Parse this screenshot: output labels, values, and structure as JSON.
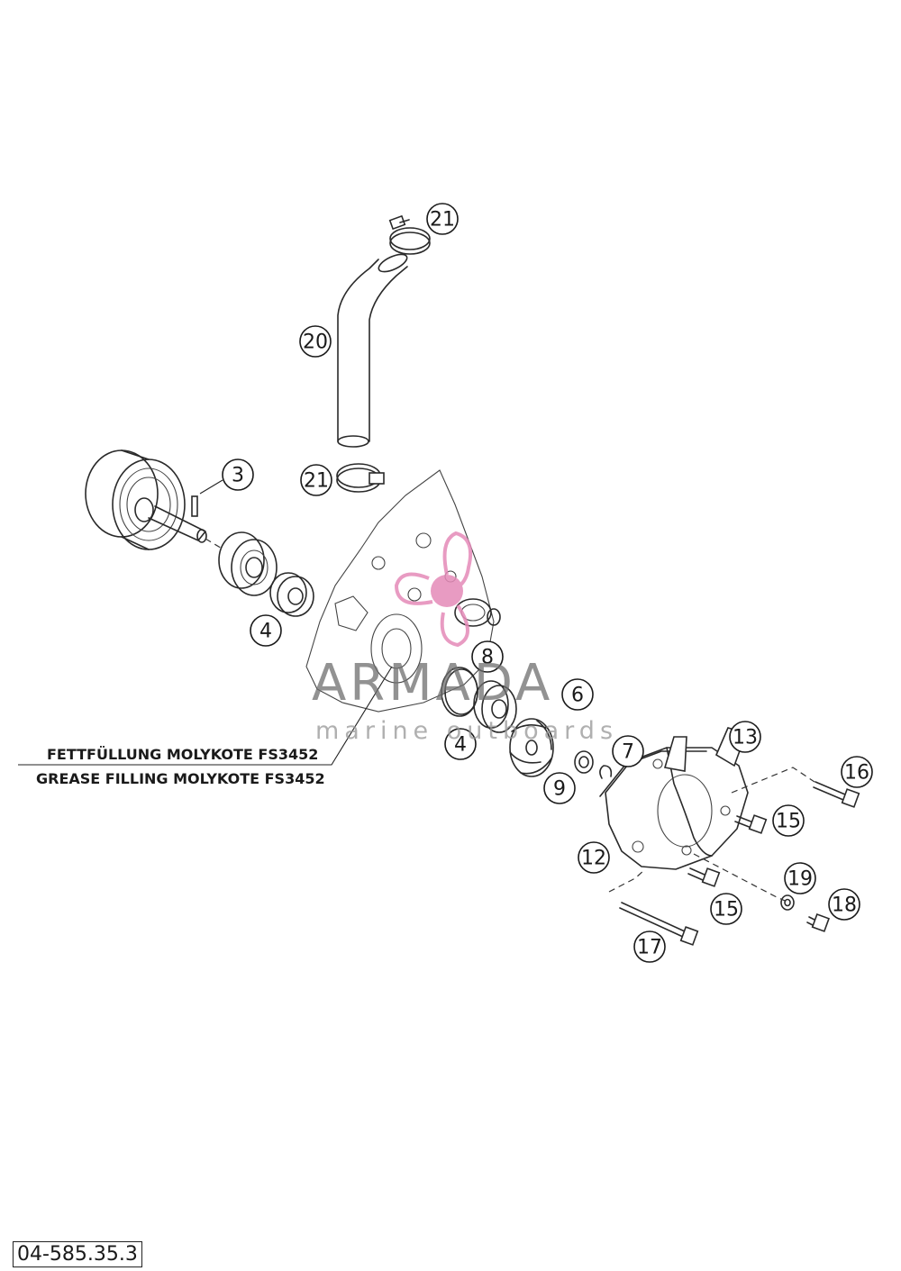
{
  "callouts": [
    "21",
    "20",
    "21",
    "3",
    "4",
    "8",
    "6",
    "4",
    "7",
    "9",
    "13",
    "16",
    "15",
    "12",
    "15",
    "19",
    "18",
    "17"
  ],
  "note": {
    "line1": "FETTFÜLLUNG MOLYKOTE FS3452",
    "line2": "GREASE FILLING MOLYKOTE FS3452"
  },
  "watermark": {
    "name": "ARMADA",
    "tagline": "marine outboards",
    "logo_color": "#e58ab8"
  },
  "document_number": "04-585.35.3"
}
